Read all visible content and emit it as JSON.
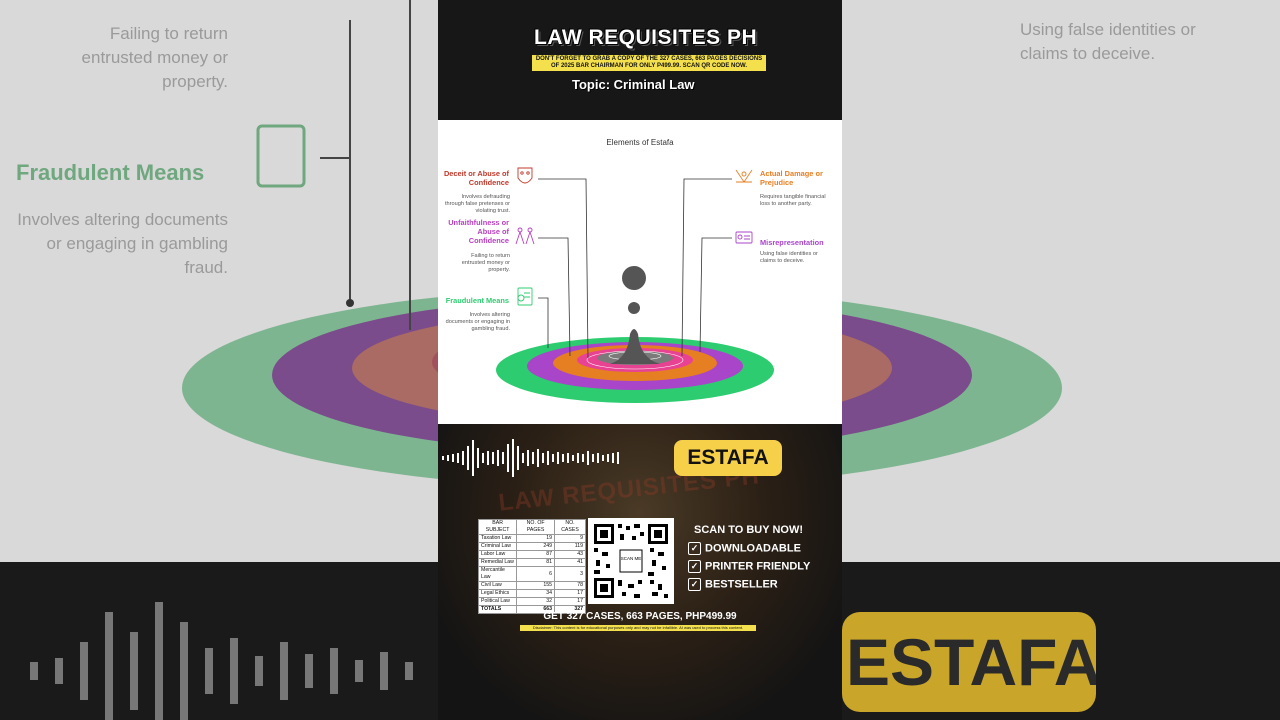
{
  "background": {
    "left_desc": "Failing to return entrusted money or property.",
    "left_title": "Fraudulent Means",
    "left_desc2": "Involves altering documents or engaging in gambling fraud.",
    "right_desc": "Using false identities or claims to deceive.",
    "estafa_text": "ESTAFA"
  },
  "header": {
    "title": "LAW REQUISITES PH",
    "note": "Don't forget to grab a copy of the 327 cases, 663 pages decisions of 2025 Bar Chairman for only P499.99. Scan QR code now.",
    "topic": "Topic: Criminal Law"
  },
  "diagram": {
    "title": "Elements of Estafa",
    "items": [
      {
        "title": "Deceit or Abuse of Confidence",
        "desc": "Involves defrauding through false pretenses or violating trust.",
        "color": "#c0392b",
        "icon": "mask-icon"
      },
      {
        "title": "Unfaithfulness or Abuse of Confidence",
        "desc": "Failing to return entrusted money or property.",
        "color": "#b83fc0",
        "icon": "people-icon"
      },
      {
        "title": "Fraudulent Means",
        "desc": "Involves altering documents or engaging in gambling fraud.",
        "color": "#2ecc71",
        "icon": "document-stamp-icon"
      },
      {
        "title": "Actual Damage or Prejudice",
        "desc": "Requires tangible financial loss to another party.",
        "color": "#e67e22",
        "icon": "damage-icon"
      },
      {
        "title": "Misrepresentation",
        "desc": "Using false identities or claims to deceive.",
        "color": "#a845c9",
        "icon": "id-card-icon"
      }
    ],
    "ring_colors": [
      "#2ecc71",
      "#a845c9",
      "#e67e22",
      "#e84393",
      "#777777"
    ]
  },
  "promo": {
    "estafa_label": "ESTAFA",
    "watermark": "LAW REQUISITES PH",
    "table": {
      "headers": [
        "BAR SUBJECT",
        "NO. OF PAGES",
        "NO. CASES"
      ],
      "rows": [
        [
          "Taxation Law",
          "19",
          "9"
        ],
        [
          "Criminal Law",
          "249",
          "119"
        ],
        [
          "Labor Law",
          "87",
          "43"
        ],
        [
          "Remedial Law",
          "81",
          "41"
        ],
        [
          "Mercantile Law",
          "6",
          "3"
        ],
        [
          "Civil Law",
          "155",
          "78"
        ],
        [
          "Legal Ethics",
          "34",
          "17"
        ],
        [
          "Political Law",
          "32",
          "17"
        ]
      ],
      "total": [
        "TOTALS",
        "663",
        "327"
      ]
    },
    "qr_center": "SCAN ME",
    "scan": "SCAN TO BUY NOW!",
    "features": [
      "DOWNLOADABLE",
      "PRINTER FRIENDLY",
      "BESTSELLER"
    ],
    "get_line": "GET 327 CASES,   663 PAGES,   PHP499.99",
    "disclaimer": "Disclaimer: This content is for educational purposes only and may not be infallible. AI was used to process this content."
  }
}
